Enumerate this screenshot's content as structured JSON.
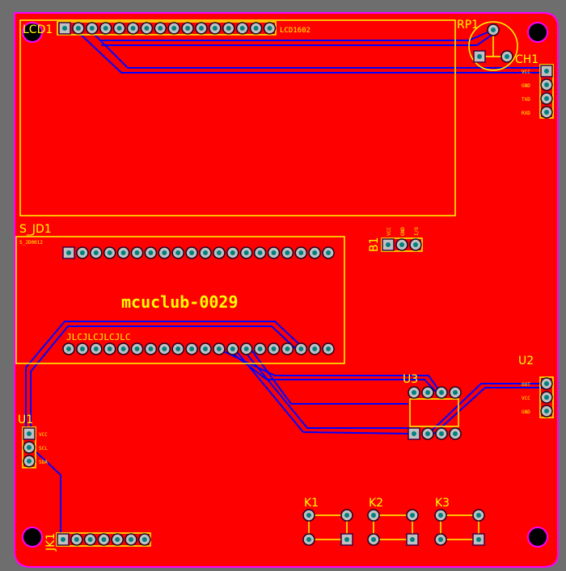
{
  "colors": {
    "board": "#ff0000",
    "background": "#6e6e6e",
    "silkscreen": "#ffff00",
    "trace": "#0000ff",
    "outline": "#ff00ff",
    "pad": "#c0c0c0",
    "drill": "#008080"
  },
  "board_title": "mcuclub-0029",
  "silk_text": "JLCJLCJLCJLC",
  "components": {
    "lcd1": {
      "designator": "LCD1",
      "value": "LCD1602",
      "pins": 16
    },
    "rp1": {
      "designator": "RP1"
    },
    "ch1": {
      "designator": "CH1",
      "pin_labels": [
        "VCC",
        "GND",
        "TXD",
        "RXD"
      ]
    },
    "s_jd1": {
      "designator": "S_JD1",
      "value": "S_JD0012"
    },
    "b1": {
      "designator": "B1",
      "pin_labels": [
        "VCC",
        "GND",
        "I/O"
      ]
    },
    "u1": {
      "designator": "U1",
      "pin_labels": [
        "VCC",
        "SCL",
        "SDA"
      ]
    },
    "u2": {
      "designator": "U2",
      "pin_labels": [
        "OUT",
        "VCC",
        "GND"
      ]
    },
    "u3": {
      "designator": "U3"
    },
    "jk1": {
      "designator": "JK1",
      "pins": 7
    },
    "k1": {
      "designator": "K1"
    },
    "k2": {
      "designator": "K2"
    },
    "k3": {
      "designator": "K3"
    }
  }
}
